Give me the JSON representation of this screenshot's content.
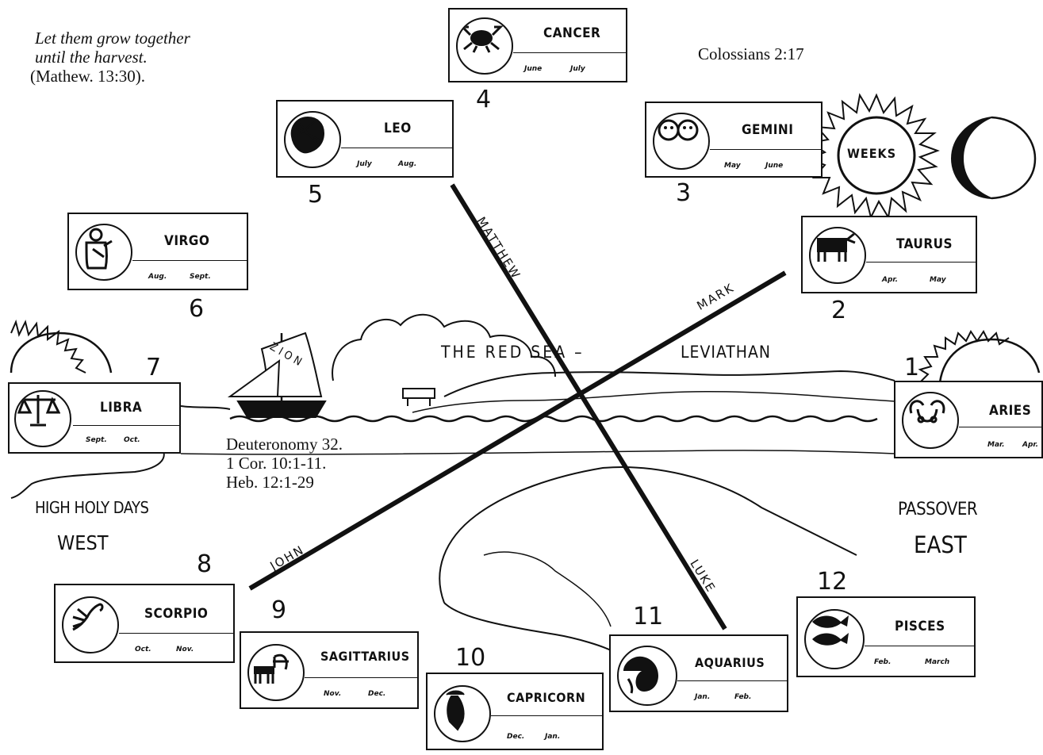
{
  "quote": {
    "line1": "Let them grow together",
    "line2": "until the harvest.",
    "reference": "(Mathew. 13:30)."
  },
  "colossians": "Colossians 2:17",
  "weeks": "WEEKS",
  "sea_title": "THE RED SEA –",
  "leviathan": "LEVIATHAN",
  "ship_word": "ZION",
  "references": {
    "line1": "Deuteronomy 32.",
    "line2": "1 Cor. 10:1-11.",
    "line3": "Heb. 12:1-29"
  },
  "west_labels": {
    "high_holy_days": "HIGH HOLY DAYS",
    "west": "WEST"
  },
  "east_labels": {
    "passover": "PASSOVER",
    "east": "EAST"
  },
  "gospels": {
    "matthew": "MATTHEW",
    "mark": "MARK",
    "luke": "LUKE",
    "john": "JOHN"
  },
  "signs": [
    {
      "number": "1",
      "name": "ARIES",
      "months_a": "Mar.",
      "months_b": "Apr."
    },
    {
      "number": "2",
      "name": "TAURUS",
      "months_a": "Apr.",
      "months_b": "May"
    },
    {
      "number": "3",
      "name": "GEMINI",
      "months_a": "May",
      "months_b": "June"
    },
    {
      "number": "4",
      "name": "CANCER",
      "months_a": "June",
      "months_b": "July"
    },
    {
      "number": "5",
      "name": "LEO",
      "months_a": "July",
      "months_b": "Aug."
    },
    {
      "number": "6",
      "name": "VIRGO",
      "months_a": "Aug.",
      "months_b": "Sept."
    },
    {
      "number": "7",
      "name": "LIBRA",
      "months_a": "Sept.",
      "months_b": "Oct."
    },
    {
      "number": "8",
      "name": "SCORPIO",
      "months_a": "Oct.",
      "months_b": "Nov."
    },
    {
      "number": "9",
      "name": "SAGITTARIUS",
      "months_a": "Nov.",
      "months_b": "Dec."
    },
    {
      "number": "10",
      "name": "CAPRICORN",
      "months_a": "Dec.",
      "months_b": "Jan."
    },
    {
      "number": "11",
      "name": "AQUARIUS",
      "months_a": "Jan.",
      "months_b": "Feb."
    },
    {
      "number": "12",
      "name": "PISCES",
      "months_a": "Feb.",
      "months_b": "March"
    }
  ]
}
